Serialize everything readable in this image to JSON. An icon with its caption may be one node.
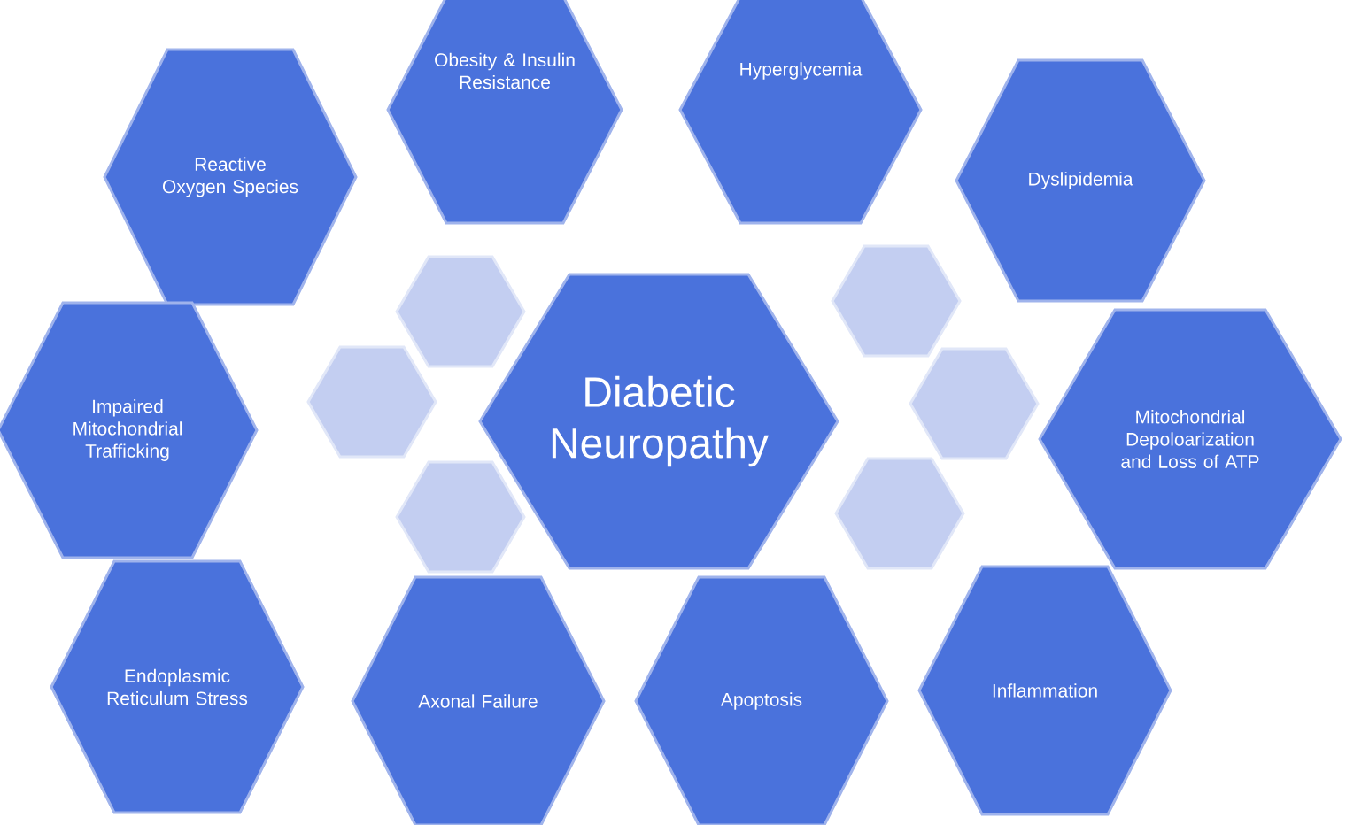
{
  "diagram": {
    "nodes": [
      {
        "text": [
          "Reactive Oxygen Species"
        ]
      },
      {
        "text": [
          "Obesity & Insulin Resistance"
        ]
      },
      {
        "text": [
          "Hyperglycemia"
        ]
      },
      {
        "text": [
          "Dyslipidemia"
        ]
      },
      {
        "text": [
          "Impaired Mitochondrial Trafficking"
        ]
      },
      {
        "text": [
          "Diabetic Neuropathy"
        ]
      },
      {
        "text": [
          "Mitochondrial Depoloarization and Loss of ATP"
        ]
      },
      {
        "text": [
          "Endoplasmic Reticulum Stress"
        ]
      },
      {
        "text": [
          "Axonal Failure"
        ]
      },
      {
        "text": [
          "Apoptosis"
        ]
      },
      {
        "text": [
          "Inflammation"
        ]
      },
      {
        "text": [],
        "shape": "hexagon"
      },
      {
        "text": [],
        "shape": "hexagon"
      },
      {
        "text": [],
        "shape": "hexagon"
      },
      {
        "text": [],
        "shape": "hexagon"
      },
      {
        "text": [],
        "shape": "hexagon"
      },
      {
        "text": [],
        "shape": "hexagon"
      }
    ]
  }
}
